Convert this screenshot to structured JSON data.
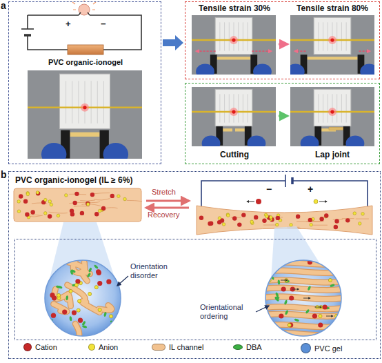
{
  "diagram": {
    "nodes": [
      {
        "text": [
          "PVC organic-ionogel"
        ]
      },
      {
        "text": [
          "Tensile strain 30%",
          "Tensile strain 80%"
        ]
      },
      {
        "text": [
          "Cutting",
          "Lap joint"
        ]
      },
      {
        "text": [
          "PVC organic-ionogel (IL ≥ 6%)"
        ]
      },
      {
        "text": [
          "Orientation disorder",
          "Orientational ordering"
        ],
        "in": 3
      }
    ],
    "edges": [
      {
        "from": 0,
        "to": 1,
        "arrow": "to"
      }
    ],
    "labels": [
      "a",
      "+",
      "−",
      "b",
      "Stretch",
      "Recovery",
      "−",
      "+"
    ],
    "legend": [
      {
        "text": "Cation",
        "color": "#c62828"
      },
      {
        "text": "Anion",
        "color": "#f2e33a"
      },
      {
        "text": "IL channel",
        "color": "#f2c28f"
      },
      {
        "text": "DBA",
        "color": "#3cb043"
      },
      {
        "text": "PVC gel",
        "color": "#5b8fd6"
      }
    ]
  }
}
